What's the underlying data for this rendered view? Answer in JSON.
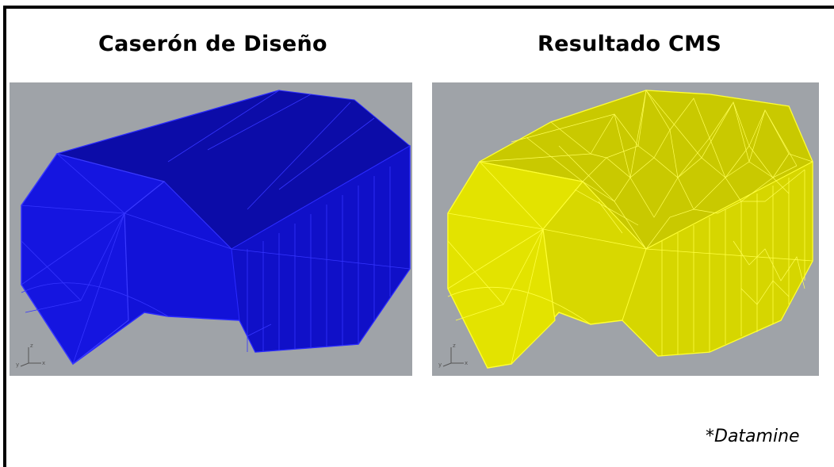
{
  "panels": [
    {
      "title": "Caserón de Diseño",
      "model_color": "#1010e6",
      "label": "design-stope"
    },
    {
      "title": "Resultado CMS",
      "model_color": "#e6e600",
      "label": "cms-result"
    }
  ],
  "axes_labels": {
    "z": "z",
    "y": "y",
    "x": "x"
  },
  "credit": "*Datamine"
}
